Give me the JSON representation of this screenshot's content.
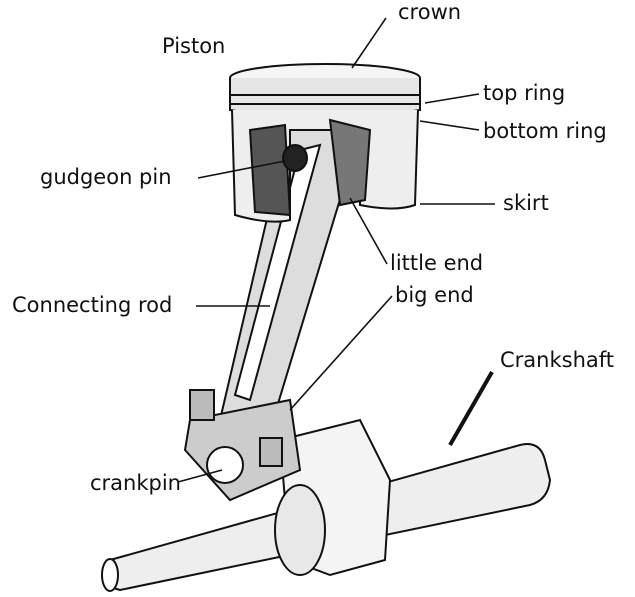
{
  "diagram": {
    "labels": {
      "crown": "crown",
      "piston": "Piston",
      "top_ring": "top ring",
      "bottom_ring": "bottom ring",
      "gudgeon_pin": "gudgeon pin",
      "skirt": "skirt",
      "little_end": "little end",
      "connecting_rod": "Connecting rod",
      "big_end": "big end",
      "crankshaft": "Crankshaft",
      "crankpin": "crankpin"
    }
  }
}
